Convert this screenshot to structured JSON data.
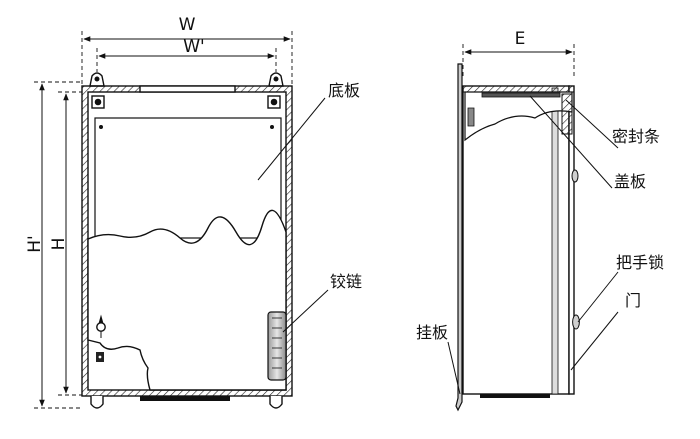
{
  "front_view": {
    "dims": {
      "w": "W",
      "w_prime": "W'",
      "h": "H",
      "h_prime": "H'"
    },
    "labels": {
      "base_plate": "底板",
      "hinge": "铰链"
    }
  },
  "side_view": {
    "dims": {
      "e": "E"
    },
    "labels": {
      "seal_strip": "密封条",
      "cover_plate": "盖板",
      "handle_lock": "把手锁",
      "door": "门",
      "hanging_plate": "挂板"
    }
  }
}
